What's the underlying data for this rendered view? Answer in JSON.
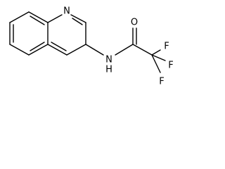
{
  "structure": {
    "atoms": {
      "ring_nitrogen": "N",
      "amide_nitrogen_n": "N",
      "amide_nitrogen_h": "H",
      "carbonyl_oxygen": "O",
      "fluorine_top": "F",
      "fluorine_right": "F",
      "fluorine_bottom": "F"
    }
  }
}
